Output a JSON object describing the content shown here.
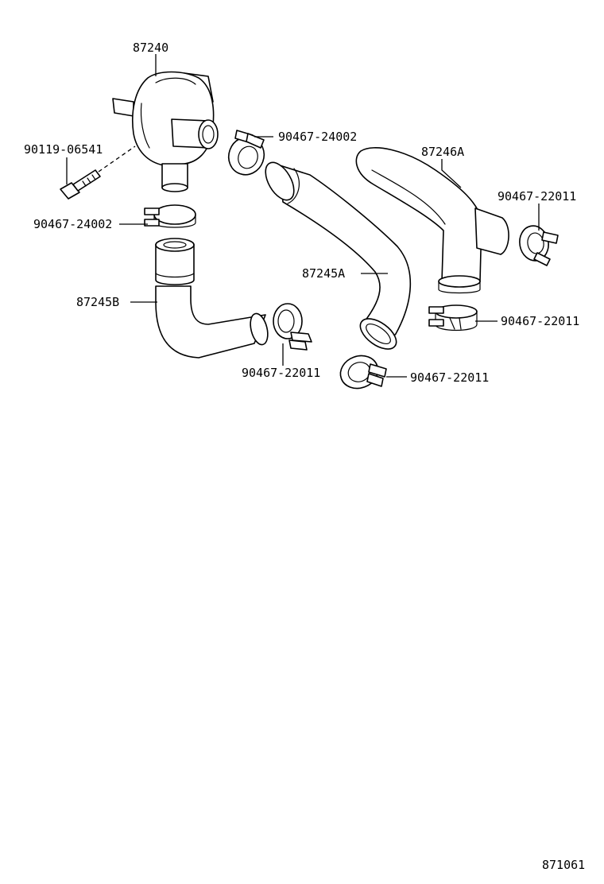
{
  "labels": {
    "pump": "87240",
    "bolt": "90119-06541",
    "clamp_top_center": "90467-24002",
    "clamp_left": "90467-24002",
    "hose_y_pipe": "87246A",
    "clamp_right_upper": "90467-22011",
    "hose_middle": "87245A",
    "hose_left": "87245B",
    "clamp_right_lower": "90467-22011",
    "clamp_bottom_left": "90467-22011",
    "clamp_bottom_center": "90467-22011",
    "diagram_id": "871061"
  }
}
